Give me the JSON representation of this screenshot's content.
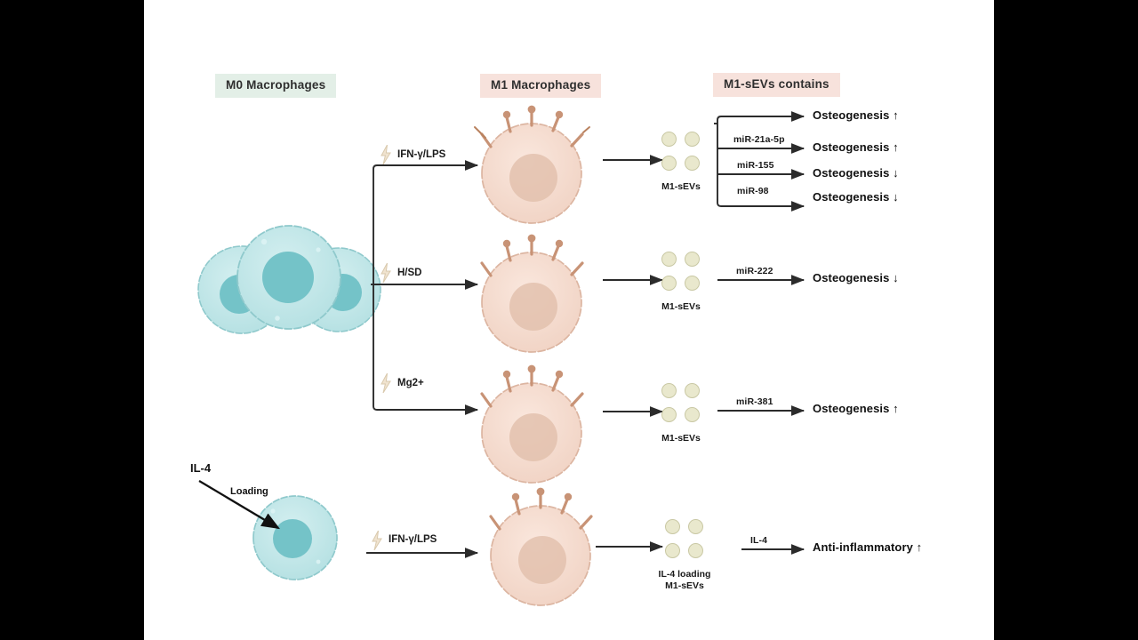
{
  "figure": {
    "background": "#ffffff",
    "letterbox_color": "#000000",
    "accent_green": "#e3efe7",
    "accent_pink": "#f7e2dc",
    "m0_cell_color": "#bfe5e6",
    "m1_cell_color": "#f4d9cd",
    "sev_color": "#e9e8cd"
  },
  "headers": [
    {
      "id": "m0",
      "label": "M0 Macrophages",
      "style": "green"
    },
    {
      "id": "m1",
      "label": "M1 Macrophages",
      "style": "pink"
    },
    {
      "id": "contains",
      "label": "M1-sEVs contains",
      "style": "pink"
    }
  ],
  "stimuli": [
    {
      "id": "row1",
      "label": "IFN-γ/LPS",
      "icon": "lightning-bolt-icon"
    },
    {
      "id": "row2",
      "label": "H/SD",
      "icon": "lightning-bolt-icon"
    },
    {
      "id": "row3",
      "label": "Mg2+",
      "icon": "lightning-bolt-icon"
    },
    {
      "id": "row4",
      "label": "IFN-γ/LPS",
      "icon": "lightning-bolt-icon"
    }
  ],
  "sev_clusters": [
    {
      "id": "row1",
      "caption": "M1-sEVs",
      "caption_line2": ""
    },
    {
      "id": "row2",
      "caption": "M1-sEVs",
      "caption_line2": ""
    },
    {
      "id": "row3",
      "caption": "M1-sEVs",
      "caption_line2": ""
    },
    {
      "id": "row4",
      "caption": "IL-4 loading",
      "caption_line2": "M1-sEVs"
    }
  ],
  "cargo_branches": [
    {
      "id": "b1",
      "cargo": "",
      "outcome": "Osteogenesis ↑"
    },
    {
      "id": "b2",
      "cargo": "miR-21a-5p",
      "outcome": "Osteogenesis ↑"
    },
    {
      "id": "b3",
      "cargo": "miR-155",
      "outcome": "Osteogenesis ↓"
    },
    {
      "id": "b4",
      "cargo": "miR-98",
      "outcome": "Osteogenesis ↓"
    }
  ],
  "single_branches": [
    {
      "id": "r2",
      "cargo": "miR-222",
      "outcome": "Osteogenesis ↓"
    },
    {
      "id": "r3",
      "cargo": "miR-381",
      "outcome": "Osteogenesis ↑"
    },
    {
      "id": "r4",
      "cargo": "IL-4",
      "outcome": "Anti-inflammatory ↑"
    }
  ],
  "loading": {
    "cytokine_label": "IL-4",
    "action_label": "Loading"
  }
}
